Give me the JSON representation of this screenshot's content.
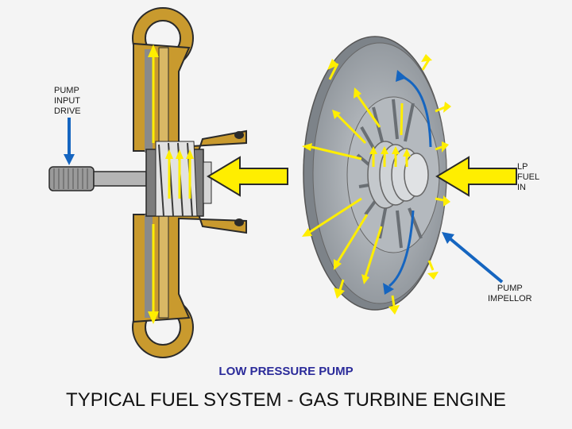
{
  "labels": {
    "pump_input_drive": [
      "PUMP",
      "INPUT",
      "DRIVE"
    ],
    "lp_fuel_in": [
      "LP",
      "FUEL",
      "IN"
    ],
    "pump_impellor": [
      "PUMP",
      "IMPELLOR"
    ]
  },
  "subtitle": "LOW PRESSURE PUMP",
  "title": "TYPICAL FUEL SYSTEM - GAS TURBINE ENGINE",
  "colors": {
    "casing": "#c99a2e",
    "casing_outline": "#2a2a2a",
    "flow_arrow": "#ffee00",
    "pointer_arrow": "#1565c0",
    "impeller": "#9aa0a6",
    "background": "#f4f4f4"
  }
}
